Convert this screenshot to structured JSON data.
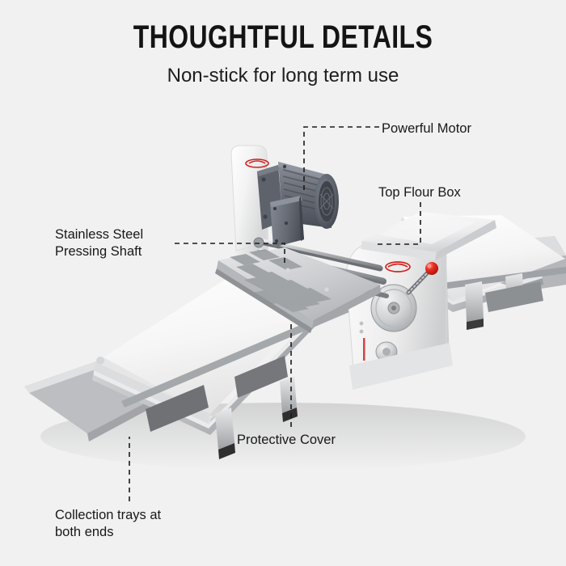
{
  "background_color": "#f1f1f1",
  "header": {
    "title": "THOUGHTFUL DETAILS",
    "subtitle": "Non-stick for long term use"
  },
  "callouts": [
    {
      "id": "powerful-motor",
      "label": "Powerful Motor",
      "position": "right-top",
      "leader": "elbow-left-down"
    },
    {
      "id": "top-flour-box",
      "label": "Top Flour Box",
      "position": "right-middle",
      "leader": "elbow-down-left"
    },
    {
      "id": "stainless-steel-pressing-shaft",
      "label": "Stainless Steel\nPressing Shaft",
      "position": "left-middle",
      "leader": "horizontal-right-down"
    },
    {
      "id": "protective-cover",
      "label": "Protective Cover",
      "position": "bottom-center",
      "leader": "vertical-up"
    },
    {
      "id": "collection-trays",
      "label": "Collection trays at\nboth ends",
      "position": "bottom-left",
      "leader": "vertical-up"
    }
  ],
  "product": {
    "name": "dough-sheeter",
    "colors": {
      "body_white": "#f7f7f7",
      "body_shadow": "#d4d4d4",
      "belt_white": "#fafafa",
      "steel_light": "#d9dadc",
      "steel_mid": "#b7b9bc",
      "steel_dark": "#8e9093",
      "motor_gray": "#6e737d",
      "motor_dark": "#4c5159",
      "accent_red": "#d42121",
      "knob_red": "#e01b1b",
      "foot_black": "#2b2b2b"
    },
    "parts": [
      "motor",
      "motor-junction-box",
      "motor-fan-cowl",
      "top-flour-box",
      "protective-cover",
      "pressing-shaft",
      "handwheel",
      "red-ball-lever",
      "thickness-knob",
      "left-conveyor-belt",
      "right-conveyor-belt",
      "left-collection-tray",
      "right-collection-tray",
      "support-legs"
    ]
  },
  "leader_line": {
    "color": "#1a1a1a",
    "style": "dashed",
    "dash": "6 5",
    "width": 1.6
  }
}
